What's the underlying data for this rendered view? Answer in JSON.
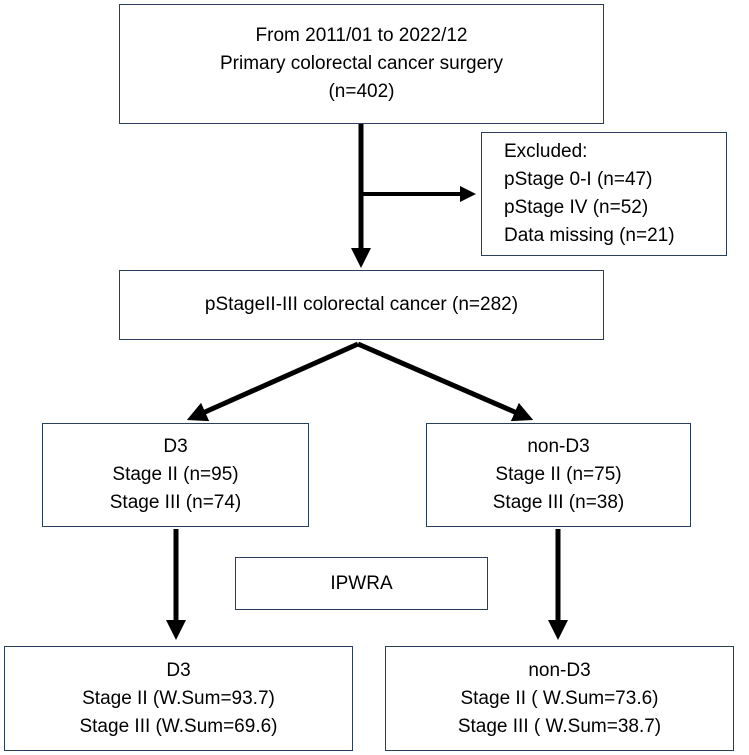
{
  "source_box": {
    "lines": [
      "From 2011/01 to 2022/12",
      "Primary colorectal cancer surgery",
      "(n=402)"
    ]
  },
  "excluded_box": {
    "lines": [
      "Excluded:",
      "pStage 0-I (n=47)",
      "pStage IV (n=52)",
      "Data missing (n=21)"
    ]
  },
  "cohort_box": {
    "lines": [
      "pStageII-III colorectal cancer (n=282)"
    ]
  },
  "d3_box": {
    "lines": [
      "D3",
      "Stage II (n=95)",
      "Stage III (n=74)"
    ]
  },
  "non_d3_box": {
    "lines": [
      "non-D3",
      "Stage II (n=75)",
      "Stage III (n=38)"
    ]
  },
  "ipwra_box": {
    "lines": [
      "IPWRA"
    ]
  },
  "d3_weighted_box": {
    "lines": [
      "D3",
      "Stage II (W.Sum=93.7)",
      "Stage III (W.Sum=69.6)"
    ]
  },
  "non_d3_weighted_box": {
    "lines": [
      "non-D3",
      "Stage II ( W.Sum=73.6)",
      "Stage III ( W.Sum=38.7)"
    ]
  },
  "colors": {
    "box_border": "#2b3f5c",
    "arrow": "#000000"
  }
}
